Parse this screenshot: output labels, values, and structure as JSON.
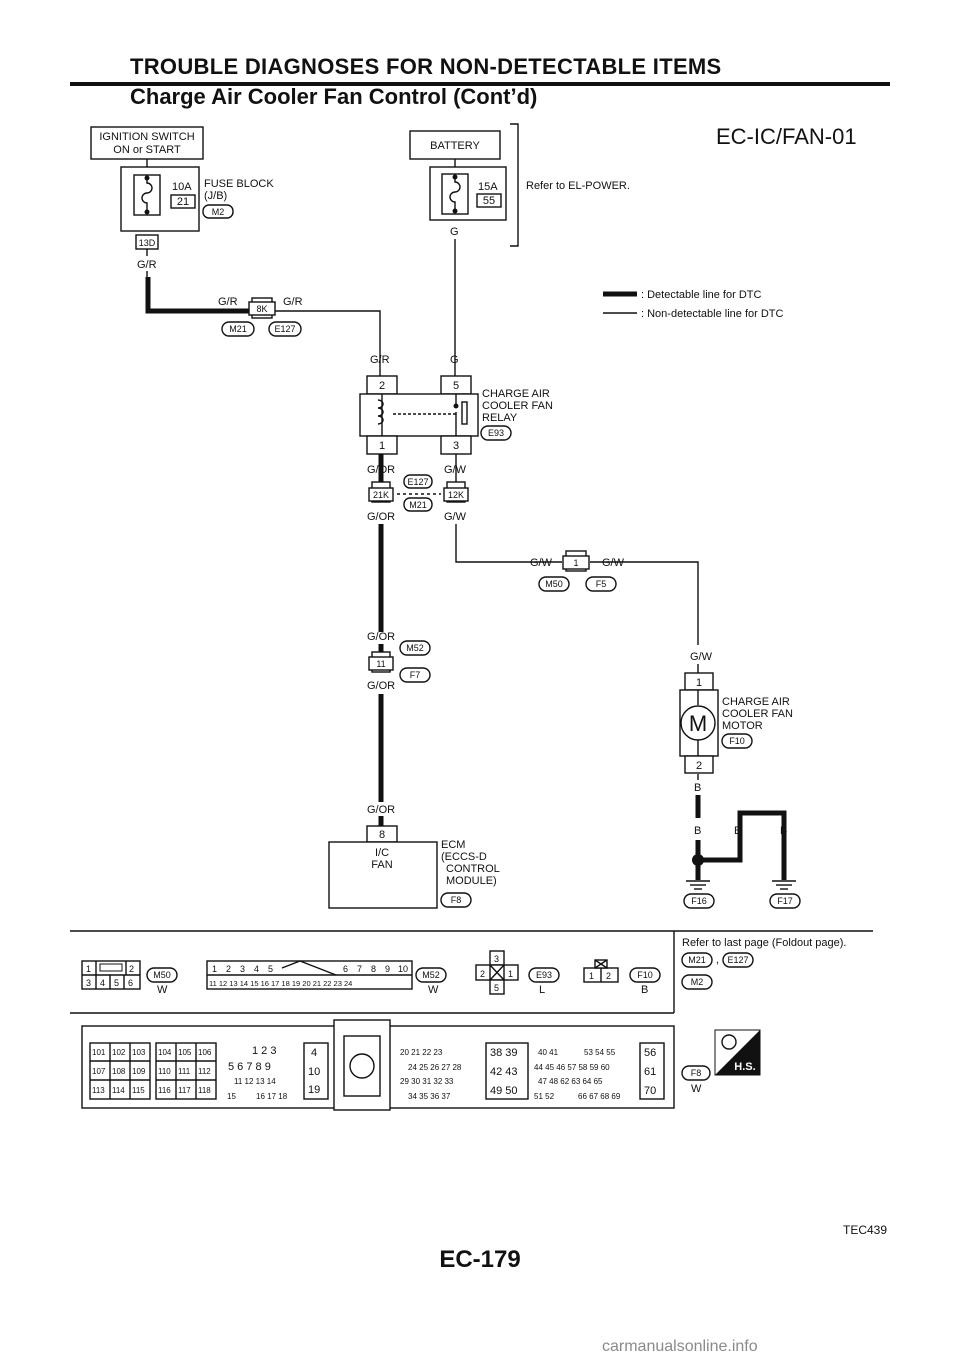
{
  "header": {
    "title": "TROUBLE DIAGNOSES FOR NON-DETECTABLE ITEMS",
    "subtitle": "Charge Air Cooler Fan Control (Cont’d)"
  },
  "diagram": {
    "code": "EC-IC/FAN-01",
    "ign": [
      "IGNITION SWITCH",
      "ON or START"
    ],
    "battery": "BATTERY",
    "fuse1": {
      "amp": "10A",
      "num": "21",
      "conn": "13D",
      "label1": "FUSE BLOCK",
      "label2": "(J/B)",
      "tag": "M2"
    },
    "fuse2": {
      "amp": "15A",
      "num": "55"
    },
    "refer_power": "Refer to EL-POWER.",
    "legend": {
      "detect": ": Detectable line for DTC",
      "nondetect": ": Non-detectable line for DTC"
    },
    "w": {
      "GR": "G/R",
      "G": "G",
      "GOR": "G/OR",
      "GW": "G/W",
      "B": "B",
      "W": "W",
      "L": "L"
    },
    "relay": {
      "p2": "2",
      "p5": "5",
      "p1": "1",
      "p3": "3",
      "l1": "CHARGE AIR",
      "l2": "COOLER FAN",
      "l3": "RELAY",
      "tag": "E93"
    },
    "conn8K": "8K",
    "conn21K": "21K",
    "conn12K": "12K",
    "conn1": "1",
    "conn11": "11",
    "tags": {
      "M21": "M21",
      "E127": "E127",
      "M50": "M50",
      "F5": "F5",
      "M52": "M52",
      "F7": "F7",
      "F10": "F10",
      "F16": "F16",
      "F17": "F17",
      "F8": "F8",
      "E93": "E93",
      "M2": "M2"
    },
    "motor": {
      "p1": "1",
      "p2": "2",
      "sym": "M",
      "l1": "CHARGE AIR",
      "l2": "COOLER FAN",
      "l3": "MOTOR"
    },
    "ecm": {
      "pin": "8",
      "t1": "I/C",
      "t2": "FAN",
      "l1": "ECM",
      "l2": "(ECCS-D",
      "l3": "CONTROL",
      "l4": "MODULE)"
    },
    "foldout": "Refer to last page (Foldout page).",
    "comma": ",",
    "hs": "H.S."
  },
  "footer": {
    "code": "TEC439",
    "page": "EC-179",
    "watermark": "carmanualsonline.info"
  }
}
